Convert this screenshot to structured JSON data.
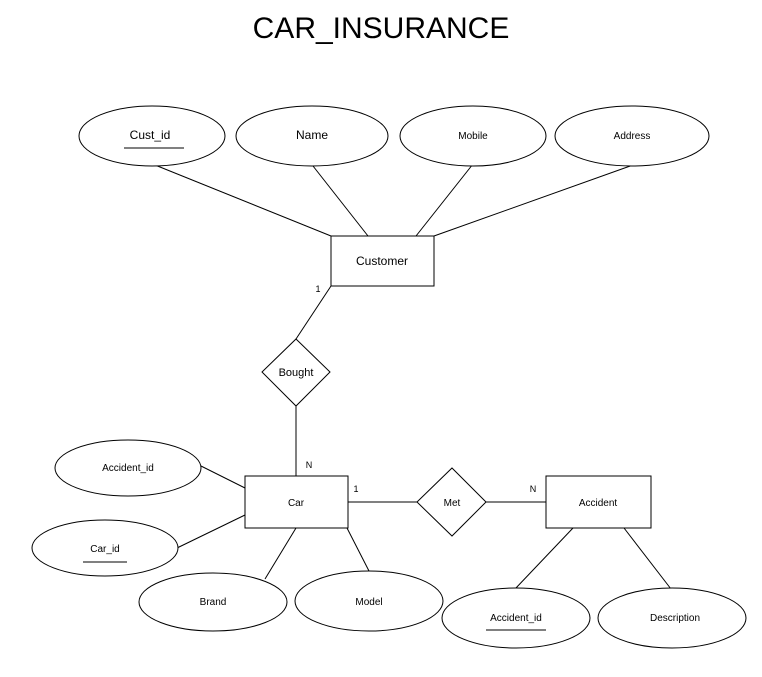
{
  "title": "CAR_INSURANCE",
  "entities": {
    "customer": "Customer",
    "car": "Car",
    "accident": "Accident"
  },
  "relationships": {
    "bought": "Bought",
    "met": "Met"
  },
  "attributes": {
    "cust_id": "Cust_id",
    "name": "Name",
    "mobile": "Mobile",
    "address": "Address",
    "car_accident_id": "Accident_id",
    "car_id": "Car_id",
    "brand": "Brand",
    "model": "Model",
    "accident_id": "Accident_id",
    "description": "Description"
  },
  "cardinalities": {
    "customer_bought": "1",
    "bought_car": "N",
    "car_met": "1",
    "met_accident": "N"
  }
}
